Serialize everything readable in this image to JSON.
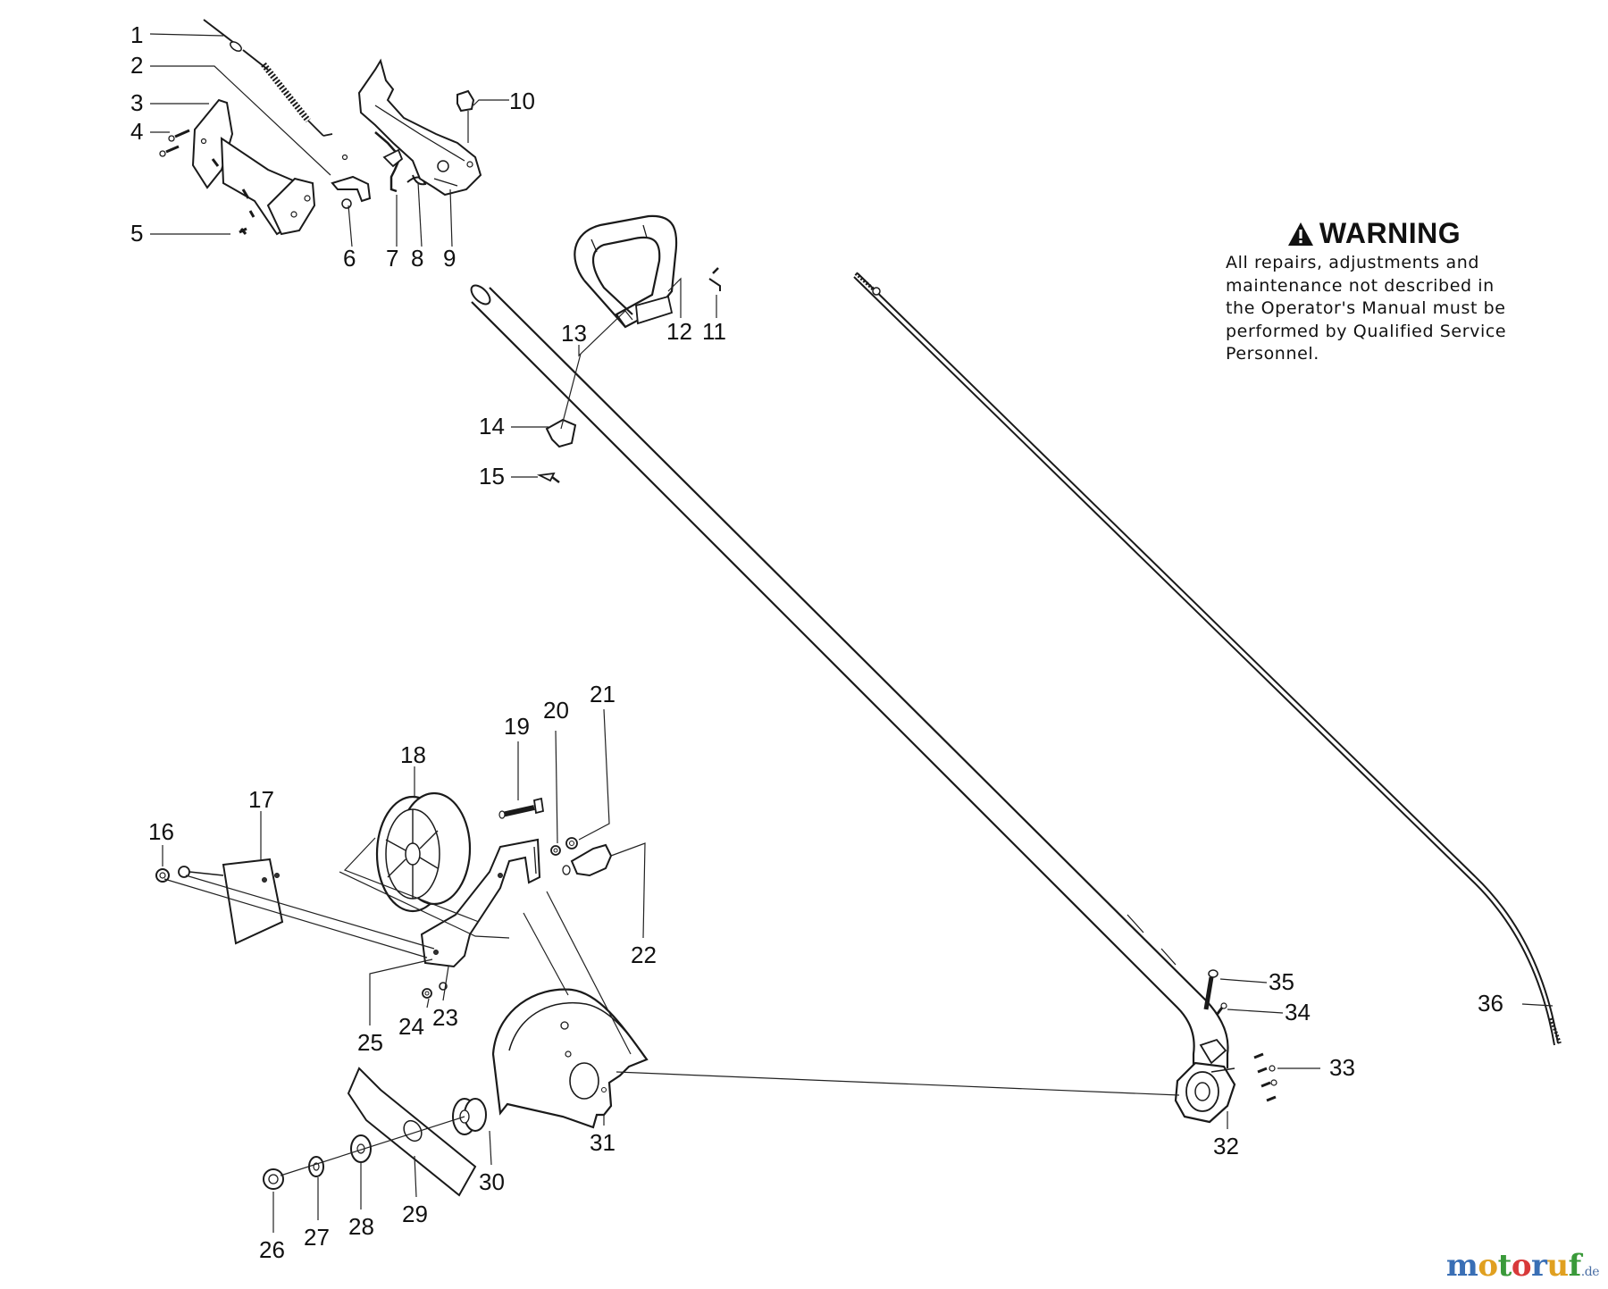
{
  "warning": {
    "title": "WARNING",
    "lines": [
      "All repairs, adjustments and",
      "maintenance not described in",
      "the Operator's Manual must be",
      "performed by Qualified Service",
      "Personnel."
    ]
  },
  "callouts": [
    "1",
    "2",
    "3",
    "4",
    "5",
    "6",
    "7",
    "8",
    "9",
    "10",
    "11",
    "12",
    "13",
    "14",
    "15",
    "16",
    "17",
    "18",
    "19",
    "20",
    "21",
    "22",
    "23",
    "24",
    "25",
    "26",
    "27",
    "28",
    "29",
    "30",
    "31",
    "32",
    "33",
    "34",
    "35",
    "36"
  ],
  "watermark": {
    "letters": [
      "m",
      "o",
      "t",
      "o",
      "r",
      "u",
      "f"
    ],
    "letter_colors": [
      "#3a6fb5",
      "#e0a020",
      "#3a9a3a",
      "#d83a3a",
      "#3a6fb5",
      "#e0a020",
      "#3a9a3a"
    ],
    "suffix": ".de"
  }
}
